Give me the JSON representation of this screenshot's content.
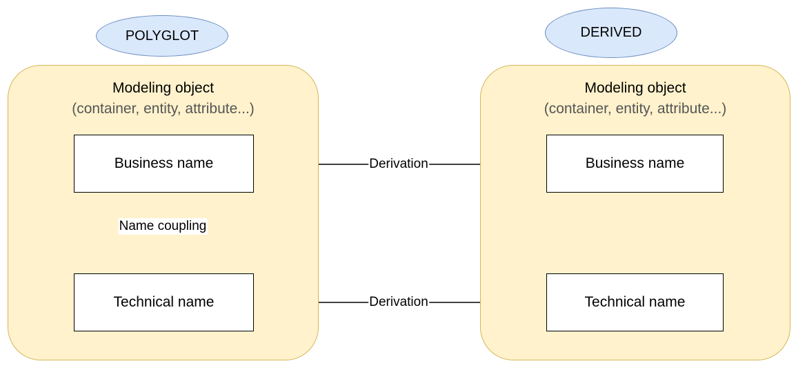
{
  "left": {
    "tag": "POLYGLOT",
    "title": "Modeling object",
    "subtitle": "(container, entity, attribute...)",
    "business_name": "Business name",
    "technical_name": "Technical name"
  },
  "right": {
    "tag": "DERIVED",
    "title": "Modeling object",
    "subtitle": "(container, entity, attribute...)",
    "business_name": "Business name",
    "technical_name": "Technical name"
  },
  "edges": {
    "coupling_label": "Name coupling",
    "derivation_business_label": "Derivation",
    "derivation_technical_label": "Derivation"
  },
  "colors": {
    "ellipse_fill": "#dae8fc",
    "ellipse_stroke": "#6c8ebf",
    "container_fill": "#fff2cc",
    "container_stroke": "#d6b656"
  }
}
